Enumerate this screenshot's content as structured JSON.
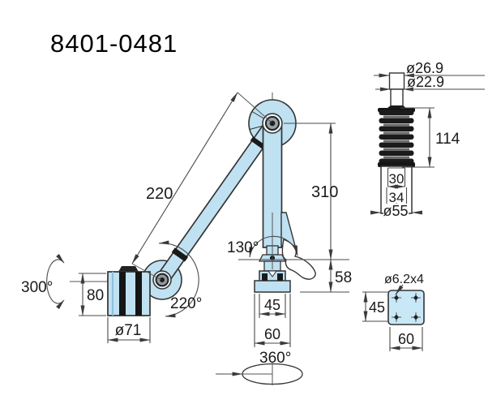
{
  "title": "8401-0481",
  "colors": {
    "body_blue": "#bfe1f2",
    "plate_blue": "#c9e8f7",
    "outline": "#333333",
    "dimension_line": "#4a4a4a",
    "bellows_dark": "#1b1b1b"
  },
  "main_view": {
    "labels": {
      "arm_length": "220",
      "column_height": "310",
      "base_tilt_angle": "130°",
      "base_height": "58",
      "base_top_width": "45",
      "base_width": "60",
      "base_rotation": "360°",
      "head_rotation": "300°",
      "head_height": "80",
      "head_diameter": "ø71",
      "head_joint_angle": "220°"
    }
  },
  "flex_view": {
    "labels": {
      "top_diameter": "ø26.9",
      "neck_diameter": "ø22.9",
      "bellows_length": "114",
      "bore_width": "30",
      "inner_width": "34",
      "body_diameter": "ø55"
    }
  },
  "plate_view": {
    "labels": {
      "holes": "ø6.2x4",
      "plate_height": "45",
      "plate_width": "60"
    }
  }
}
